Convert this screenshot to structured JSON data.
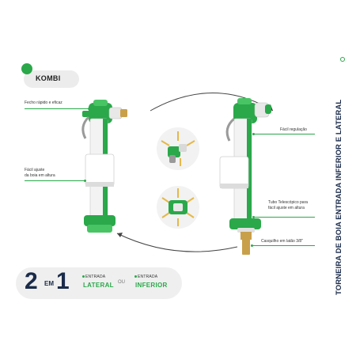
{
  "brand": {
    "name": "KOMBI"
  },
  "title": "TORNEIRA DE BOIA ENTRADA INFERIOR E LATERAL",
  "callouts": {
    "fecho": "Fecho rápido e eficaz",
    "ajuste_line1": "Fácil ajuste",
    "ajuste_line2": "da boia em altura",
    "regulacao": "Fácil regulação",
    "tubo_line1": "Tubo Telescópico para",
    "tubo_line2": "fácil ajuste em altura",
    "casquilho": "Casquilho em latão 3/8\""
  },
  "badge": {
    "num_a": "2",
    "em": "EM",
    "num_b": "1",
    "option1_small": "ENTRADA",
    "option1_big": "LATERAL",
    "or": "OU",
    "option2_small": "ENTRADA",
    "option2_big": "INFERIOR"
  },
  "colors": {
    "accent_green": "#2aa84a",
    "dark_navy": "#1a2b4a",
    "brass": "#c9a04a",
    "light_gray": "#efefef"
  }
}
